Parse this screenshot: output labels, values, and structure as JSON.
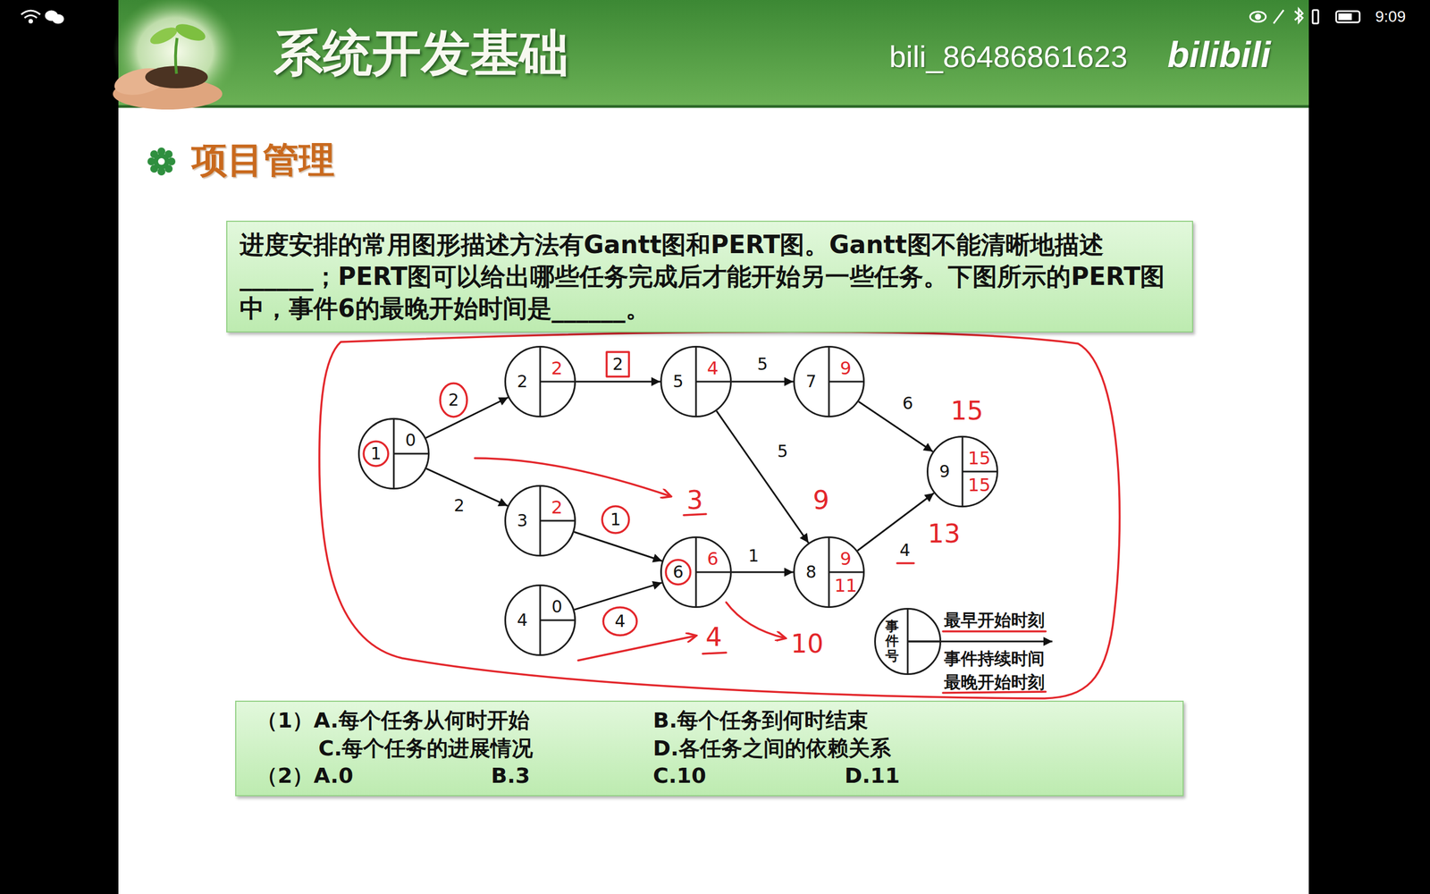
{
  "diagram": {
    "title": "项目管理",
    "nodes": [
      {
        "text": [
          "系统开发基础",
          "bili_86486861623",
          "bilibili"
        ]
      },
      {
        "text": [
          "进度安排的常用图形描述方法有Gantt图和PERT图。Gantt图不能清晰地描述______；PERT图可以给出哪些任务完成后才能开始另一些任务。下图所示的PERT图中，事件6的最晚开始时间是______。"
        ]
      },
      {
        "text": [
          "1",
          "0"
        ]
      },
      {
        "text": [
          "2",
          "2"
        ]
      },
      {
        "text": [
          "3",
          "2"
        ]
      },
      {
        "text": [
          "4",
          "0"
        ]
      },
      {
        "text": [
          "5",
          "4"
        ]
      },
      {
        "text": [
          "6",
          "6"
        ]
      },
      {
        "text": [
          "7",
          "9"
        ]
      },
      {
        "text": [
          "8",
          "9",
          "11"
        ]
      },
      {
        "text": [
          "9",
          "15",
          "15"
        ]
      },
      {
        "text": [
          "事件号"
        ]
      },
      {
        "text": [
          "（1）A.每个任务从何时开始",
          "B.每个任务到何时结束",
          "C.每个任务的进展情况",
          "D.各任务之间的依赖关系",
          "（2）A.0",
          "B.3",
          "C.10",
          "D.11"
        ]
      }
    ],
    "edges": [
      {
        "from": 2,
        "to": 3,
        "label": "2",
        "arrow": "to"
      },
      {
        "from": 2,
        "to": 4,
        "label": "2",
        "arrow": "to"
      },
      {
        "from": 3,
        "to": 6,
        "label": "2",
        "arrow": "to"
      },
      {
        "from": 4,
        "to": 7,
        "label": "1",
        "arrow": "to"
      },
      {
        "from": 5,
        "to": 7,
        "label": "4",
        "arrow": "to"
      },
      {
        "from": 6,
        "to": 8,
        "label": "5",
        "arrow": "to"
      },
      {
        "from": 6,
        "to": 9,
        "label": "5",
        "arrow": "to"
      },
      {
        "from": 8,
        "to": 10,
        "label": "6",
        "arrow": "to"
      },
      {
        "from": 7,
        "to": 9,
        "label": "1",
        "arrow": "to"
      },
      {
        "from": 9,
        "to": 10,
        "label": "4",
        "arrow": "to"
      }
    ],
    "labels": [
      "9:09",
      "最早开始时刻",
      "事件持续时间",
      "最晚开始时刻",
      "3",
      "4",
      "10",
      "9",
      "15",
      "13"
    ]
  }
}
